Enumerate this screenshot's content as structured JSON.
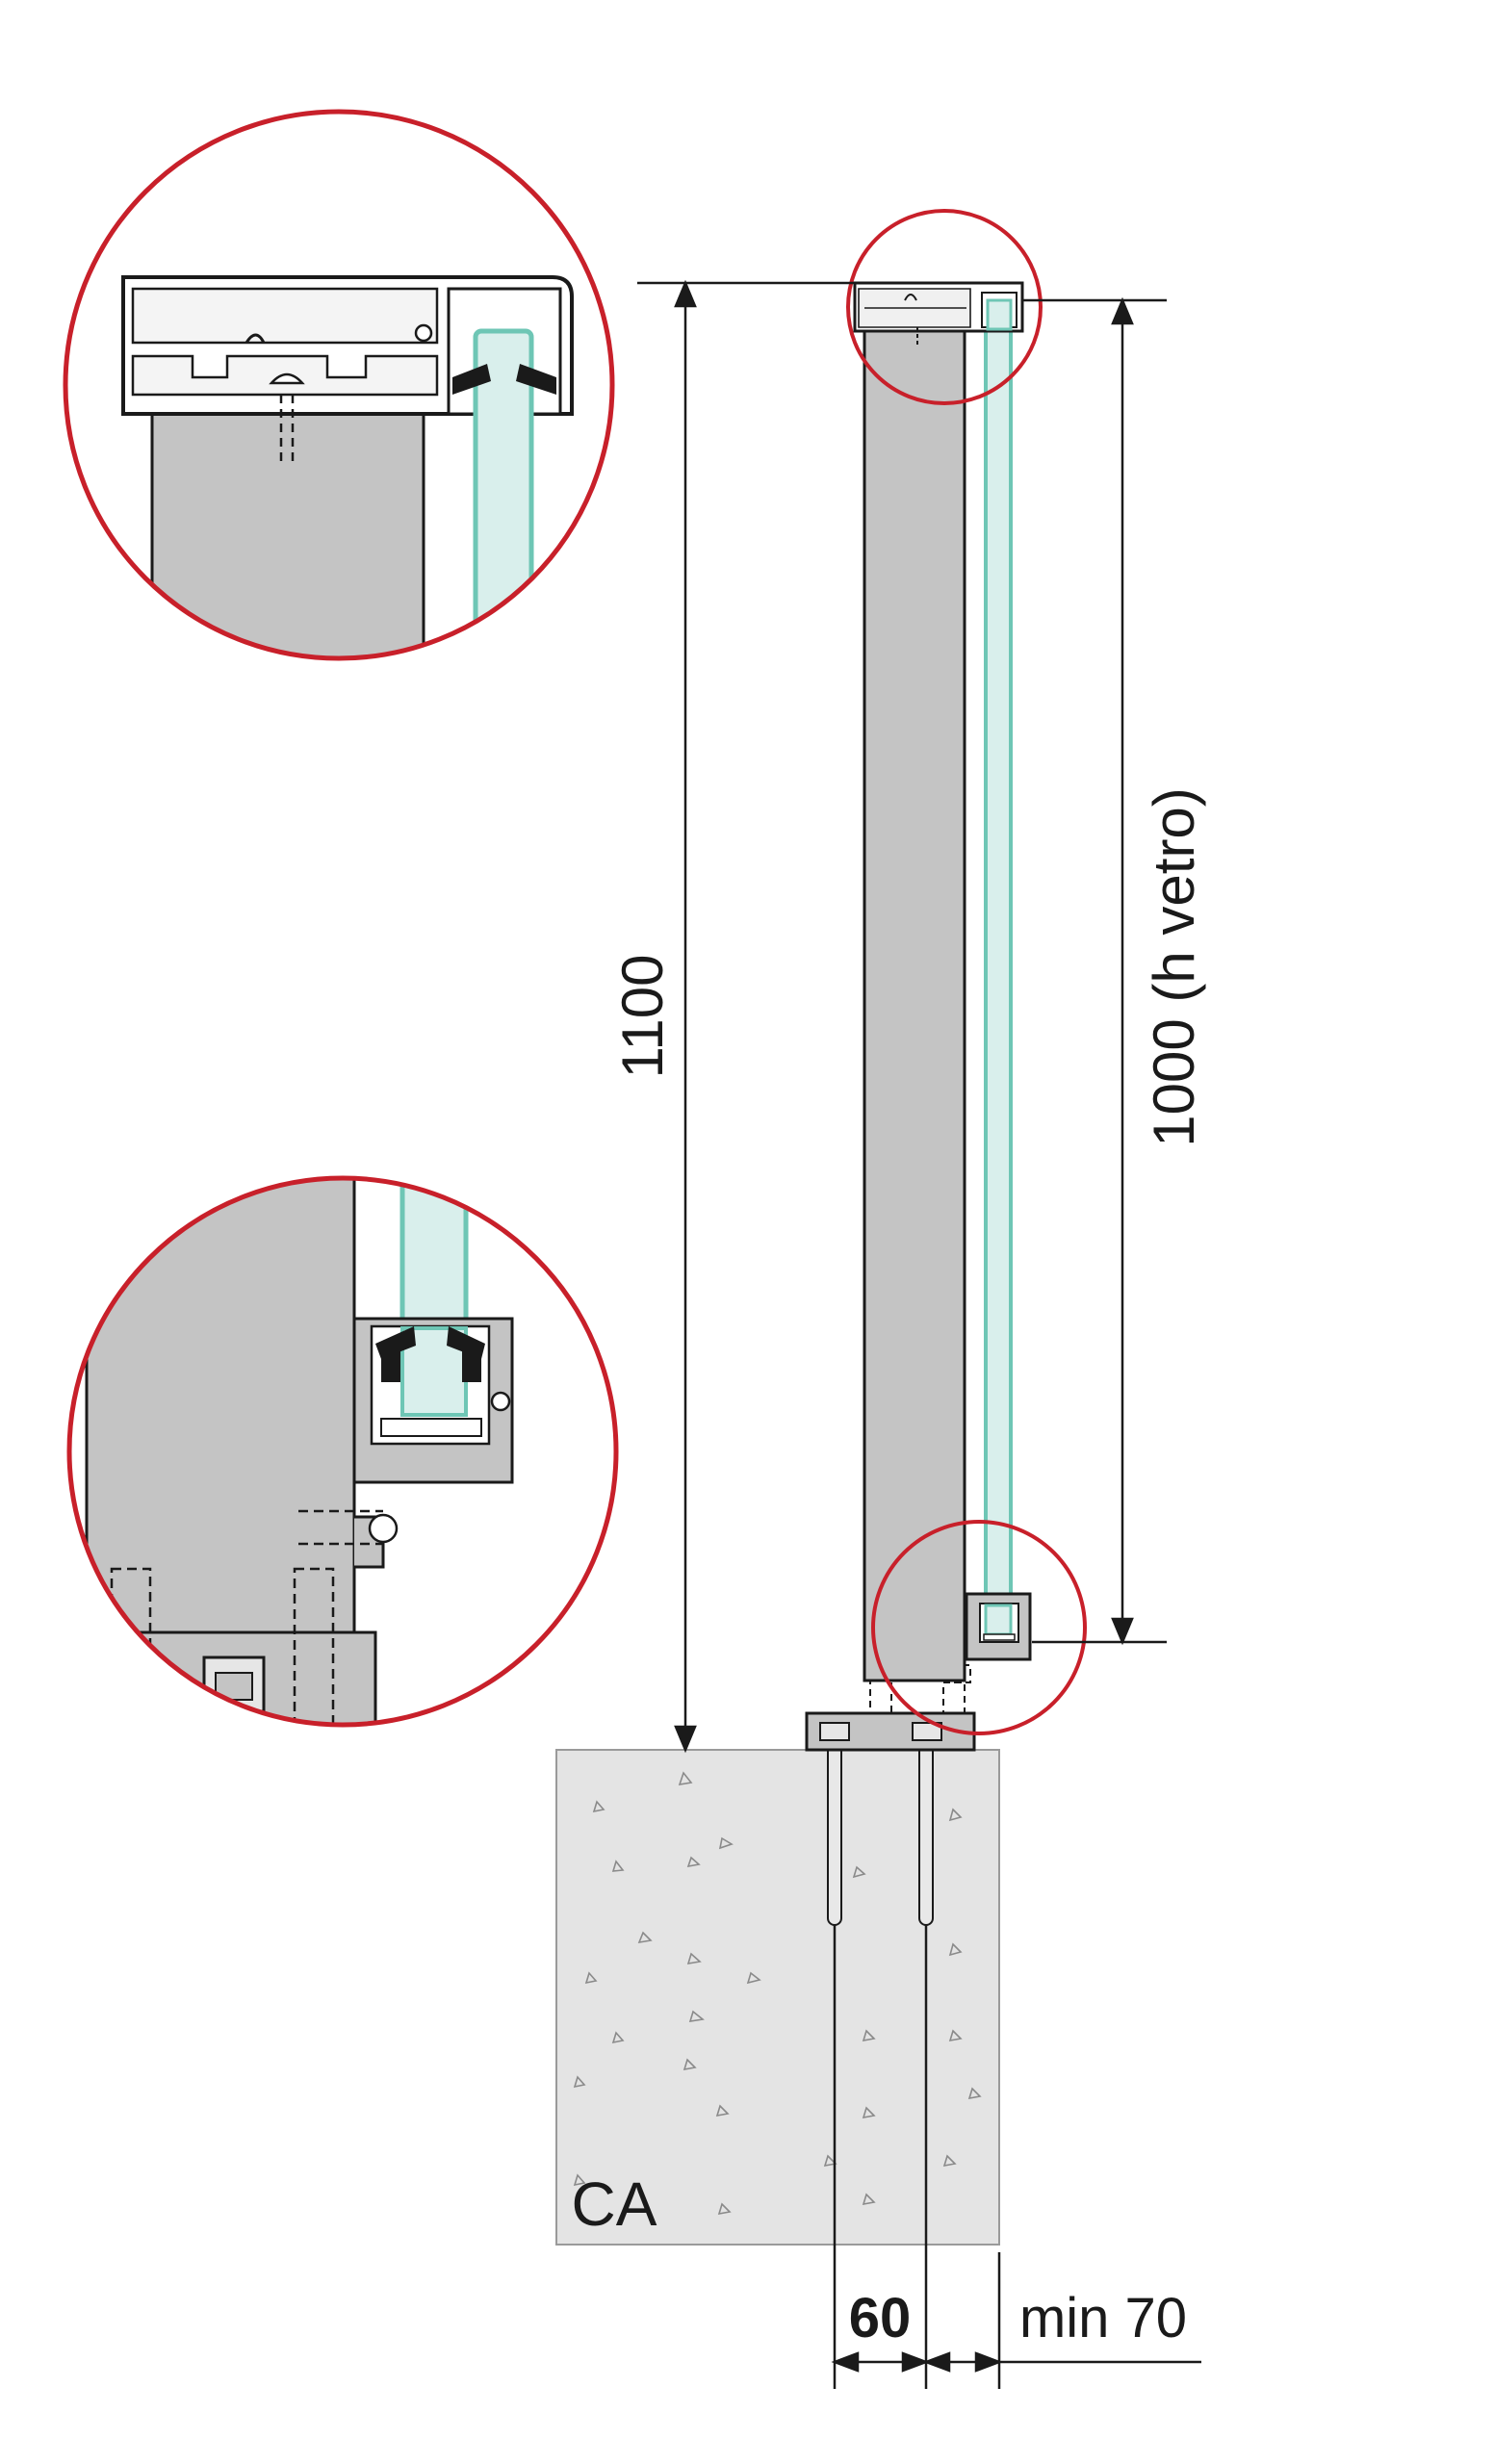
{
  "dimensions": {
    "total_height": "1100",
    "glass_height": "1000 (h vetro)",
    "anchor_spacing": "60",
    "edge_distance": "min 70"
  },
  "labels": {
    "concrete": "CA"
  },
  "colors": {
    "detail_circle": "#c8202a",
    "glass_fill": "#d9efec",
    "glass_edge": "#6ec6b5",
    "post_fill": "#c4c4c4",
    "concrete_fill": "#e4e4e4",
    "line": "#1a1a1a"
  },
  "details": [
    {
      "name": "top handrail profile detail"
    },
    {
      "name": "base glass channel detail"
    }
  ]
}
